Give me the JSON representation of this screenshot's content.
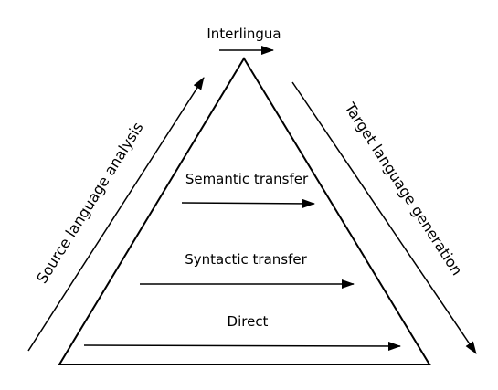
{
  "diagram": {
    "apex_label": "Interlingua",
    "left_side_label": "Source language analysis",
    "right_side_label": "Target language generation",
    "levels": {
      "semantic": "Semantic transfer",
      "syntactic": "Syntactic transfer",
      "direct": "Direct"
    }
  },
  "colors": {
    "stroke": "#000000",
    "background": "#ffffff"
  }
}
